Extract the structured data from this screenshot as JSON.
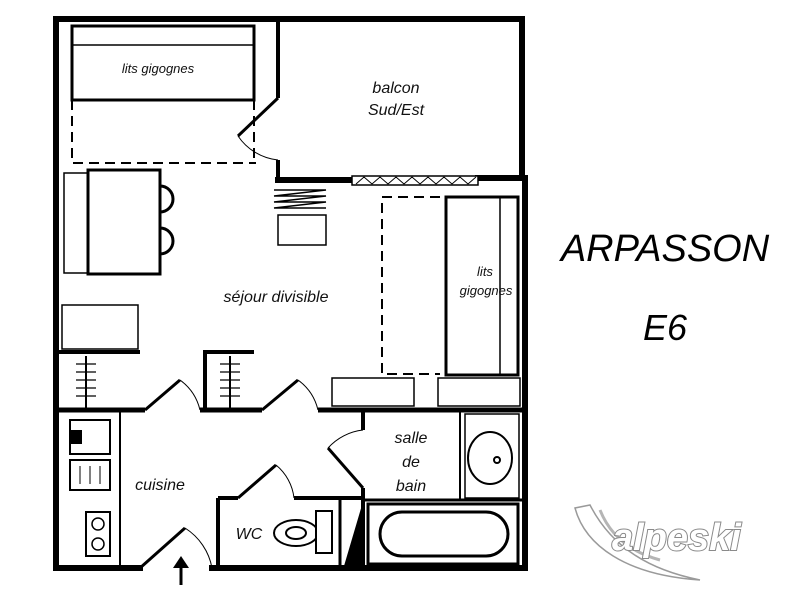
{
  "rooms": {
    "bunk_bed_top": "lits gigognes",
    "balcony_line1": "balcon",
    "balcony_line2": "Sud/Est",
    "living": "séjour divisible",
    "bunk_bed_right_line1": "lits",
    "bunk_bed_right_line2": "gigognes",
    "bathroom_line1": "salle",
    "bathroom_line2": "de",
    "bathroom_line3": "bain",
    "kitchen": "cuisine",
    "wc": "WC"
  },
  "building": "ARPASSON",
  "unit": "E6",
  "brand": "alpeski",
  "colors": {
    "wall": "#000000",
    "furniture_fill": "#ffffff",
    "background": "#ffffff"
  },
  "icons": [
    "entrance-arrow-icon",
    "alpeski-swoosh-icon"
  ]
}
